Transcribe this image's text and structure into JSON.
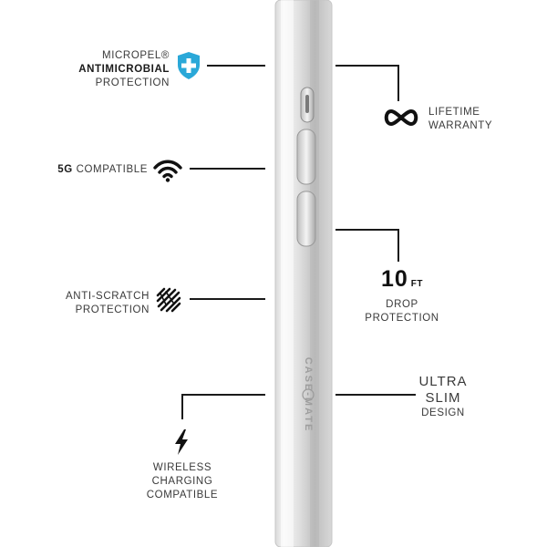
{
  "features": {
    "antimicrobial": {
      "line1": "MICROPEL®",
      "line2": "ANTIMICROBIAL",
      "line3": "PROTECTION",
      "icon": "shield-plus-icon",
      "icon_color": "#2aa8d8"
    },
    "five_g": {
      "strong": "5G",
      "text": "COMPATIBLE",
      "icon": "wifi-icon"
    },
    "anti_scratch": {
      "line1": "ANTI-SCRATCH",
      "line2": "PROTECTION",
      "icon": "scratch-icon"
    },
    "wireless": {
      "line1": "WIRELESS",
      "line2": "CHARGING",
      "line3": "COMPATIBLE",
      "icon": "lightning-icon"
    },
    "lifetime": {
      "line1": "LIFETIME",
      "line2": "WARRANTY",
      "icon": "infinity-icon"
    },
    "drop": {
      "number": "10",
      "unit": "FT",
      "line1": "DROP",
      "line2": "PROTECTION"
    },
    "ultra_slim": {
      "line1": "ULTRA",
      "line2": "SLIM",
      "line3": "DESIGN"
    }
  },
  "case_brand": "CASE-MATE"
}
